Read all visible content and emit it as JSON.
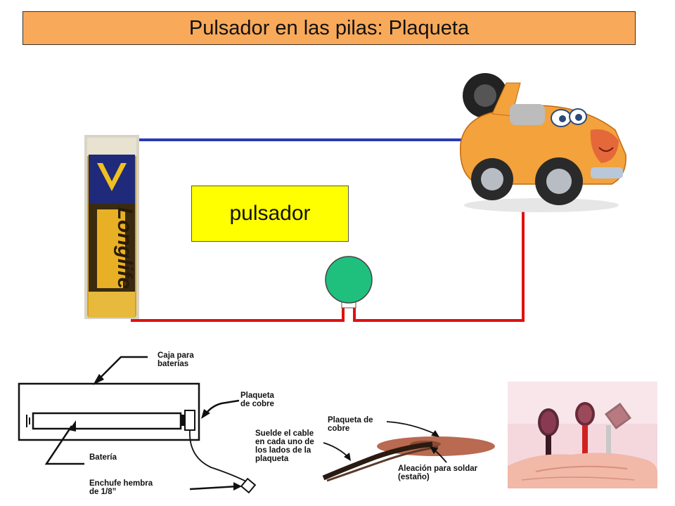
{
  "title": "Pulsador en las pilas: Plaqueta",
  "switch_label": "pulsador",
  "battery": {
    "brand": "Longlife"
  },
  "schematic_labels": {
    "caja": "Caja para\nbaterías",
    "plaqueta": "Plaqueta\nde cobre",
    "bateria": "Batería",
    "enchufe": "Enchufe hembra\nde 1/8”"
  },
  "solder_labels": {
    "plaqueta": "Plaqueta de\ncobre",
    "suelde": "Suelde el cable\nen cada uno de\nlos lados de la\nplaqueta",
    "aleacion": "Aleación para soldar\n(estaño)"
  },
  "colors": {
    "title_bg": "#f9a95a",
    "switch_bg": "#ffff00",
    "wire_blue": "#2b3bb3",
    "wire_red": "#e01010",
    "button_green": "#1fc07e",
    "copper": "#b96a50"
  }
}
